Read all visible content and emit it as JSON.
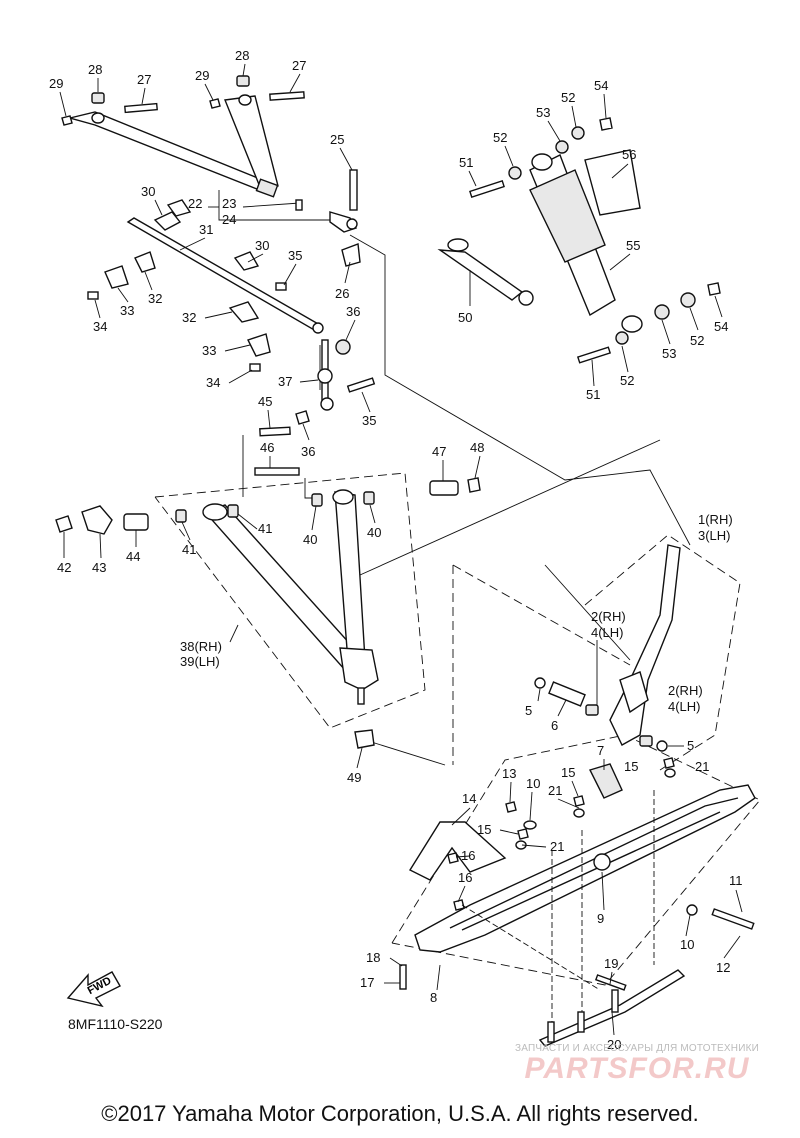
{
  "callouts": {
    "c1": "1(RH)",
    "c3": "3(LH)",
    "c2a": "2(RH)",
    "c4a": "4(LH)",
    "c2b": "2(RH)",
    "c4b": "4(LH)",
    "c5a": "5",
    "c5b": "5",
    "c6": "6",
    "c7": "7",
    "c8": "8",
    "c9": "9",
    "c10a": "10",
    "c10b": "10",
    "c11": "11",
    "c12": "12",
    "c13": "13",
    "c14": "14",
    "c15a": "15",
    "c15b": "15",
    "c15c": "15",
    "c16a": "16",
    "c16b": "16",
    "c17": "17",
    "c18": "18",
    "c19": "19",
    "c20": "20",
    "c21a": "21",
    "c21b": "21",
    "c21c": "21",
    "c22": "22",
    "c23": "23",
    "c24": "24",
    "c25": "25",
    "c26": "26",
    "c27a": "27",
    "c27b": "27",
    "c28a": "28",
    "c28b": "28",
    "c29a": "29",
    "c29b": "29",
    "c30a": "30",
    "c30b": "30",
    "c31": "31",
    "c32a": "32",
    "c32b": "32",
    "c33a": "33",
    "c33b": "33",
    "c34a": "34",
    "c34b": "34",
    "c35a": "35",
    "c35b": "35",
    "c36a": "36",
    "c36b": "36",
    "c37": "37",
    "c38": "38(RH)",
    "c39": "39(LH)",
    "c40a": "40",
    "c40b": "40",
    "c41a": "41",
    "c41b": "41",
    "c42": "42",
    "c43": "43",
    "c44": "44",
    "c45": "45",
    "c46": "46",
    "c47": "47",
    "c48": "48",
    "c49": "49",
    "c50": "50",
    "c51a": "51",
    "c51b": "51",
    "c52a": "52",
    "c52b": "52",
    "c52c": "52",
    "c52d": "52",
    "c53a": "53",
    "c53b": "53",
    "c54a": "54",
    "c54b": "54",
    "c55": "55",
    "c56": "56"
  },
  "fwd_label": "FWD",
  "diagram_code": "8MF1110-S220",
  "watermark": {
    "small": "ЗАПЧАСТИ И АКСЕССУАРЫ ДЛЯ МОТОТЕХНИКИ",
    "big": "PARTSFOR.RU"
  },
  "copyright": "©2017 Yamaha Motor Corporation, U.S.A. All rights reserved."
}
